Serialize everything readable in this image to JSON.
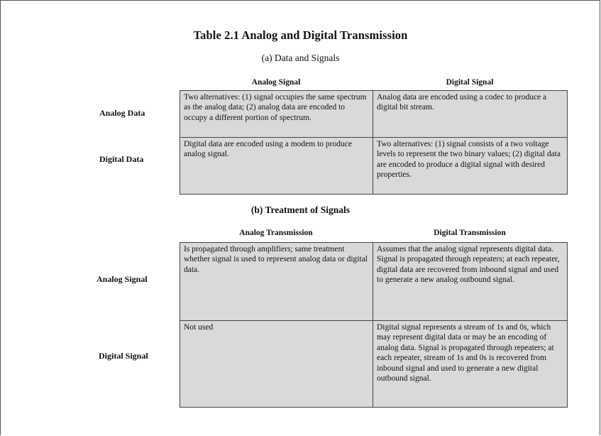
{
  "document": {
    "title": "Table 2.1  Analog and Digital Transmission",
    "part_a": {
      "subtitle": "(a) Data and Signals",
      "columns": [
        "Analog Signal",
        "Digital Signal"
      ],
      "rows": [
        {
          "label": "Analog Data",
          "cells": [
            "Two alternatives: (1) signal occupies the same spectrum as the analog data; (2) analog data are encoded to occupy a different portion of spectrum.",
            "Analog data are encoded using a codec to produce a digital bit stream."
          ]
        },
        {
          "label": "Digital Data",
          "cells": [
            "Digital data are encoded using a modem to produce analog signal.",
            "Two alternatives: (1) signal consists of a two voltage levels to represent the two binary values; (2) digital data are encoded to produce a digital signal with desired properties."
          ]
        }
      ]
    },
    "part_b": {
      "subtitle": "(b) Treatment of Signals",
      "columns": [
        "Analog Transmission",
        "Digital Transmission"
      ],
      "rows": [
        {
          "label": "Analog Signal",
          "cells": [
            "Is propagated through amplifiers; same treatment whether signal is used to represent analog data or digital data.",
            "Assumes that the analog signal represents digital data. Signal is propagated through repeaters; at each repeater, digital data are recovered from inbound signal and used to generate a new analog outbound signal."
          ]
        },
        {
          "label": "Digital Signal",
          "cells": [
            "Not used",
            "Digital signal represents a stream of 1s and 0s, which may represent digital data or may be an encoding of analog data. Signal is propagated through repeaters; at each repeater, stream of 1s and 0s is recovered from inbound signal and used to generate a new digital outbound signal."
          ]
        }
      ]
    }
  }
}
